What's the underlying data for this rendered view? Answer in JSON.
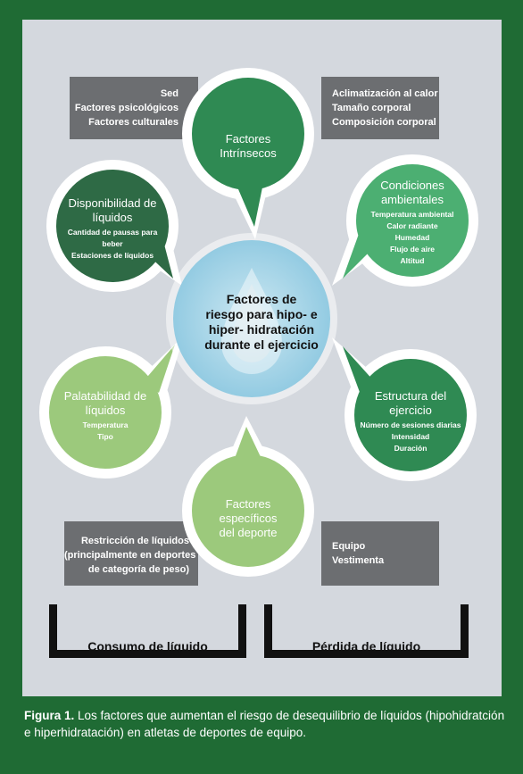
{
  "center": {
    "lines": [
      "Factores de",
      "riesgo para hipo- e",
      "hiper- hidratación",
      "durante el ejercicio"
    ]
  },
  "intrinsic": {
    "title": "Factores Intrínsecos"
  },
  "intrinsic_left": {
    "items": [
      "Sed",
      "Factores psicológicos",
      "Factores culturales"
    ]
  },
  "intrinsic_right": {
    "items": [
      "Aclimatización al calor",
      "Tamaño corporal",
      "Composición corporal"
    ]
  },
  "availability": {
    "title": [
      "Disponibilidad de",
      "líquidos"
    ],
    "items": [
      "Cantidad de pausas para beber",
      "Estaciones de líquidos"
    ]
  },
  "environment": {
    "title": [
      "Condiciones",
      "ambientales"
    ],
    "items": [
      "Temperatura ambiental",
      "Calor radiante",
      "Humedad",
      "Flujo de aire",
      "Altitud"
    ]
  },
  "palatability": {
    "title": [
      "Palatabilidad de",
      "líquidos"
    ],
    "items": [
      "Temperatura",
      "Tipo"
    ]
  },
  "exercise": {
    "title": [
      "Estructura del",
      "ejercicio"
    ],
    "items": [
      "Número de sesiones diarias",
      "Intensidad",
      "Duración"
    ]
  },
  "sport": {
    "title": [
      "Factores específicos",
      "del deporte"
    ]
  },
  "sport_left": {
    "items": [
      "Restricción de líquidos",
      "(principalmente en deportes",
      "de categoría de peso)"
    ]
  },
  "sport_right": {
    "items": [
      "Equipo",
      "Vestimenta"
    ]
  },
  "brackets": {
    "intake": "Consumo de líquido",
    "loss": "Pérdida de líquido"
  },
  "caption": {
    "label": "Figura 1.",
    "text": " Los factores que aumentan el riesgo de desequilibrio de líquidos (hipohidratción e hiperhidratación) en atletas de deportes de equipo."
  },
  "colors": {
    "frame": "#1f6b34",
    "panel": "#d4d8de",
    "dark_green": "#2e6a45",
    "mid_green": "#2f8a53",
    "light_green": "#4caf72",
    "pale_green": "#9cc97c",
    "blue": "#a5d4e6",
    "gray": "#6c6e71"
  }
}
